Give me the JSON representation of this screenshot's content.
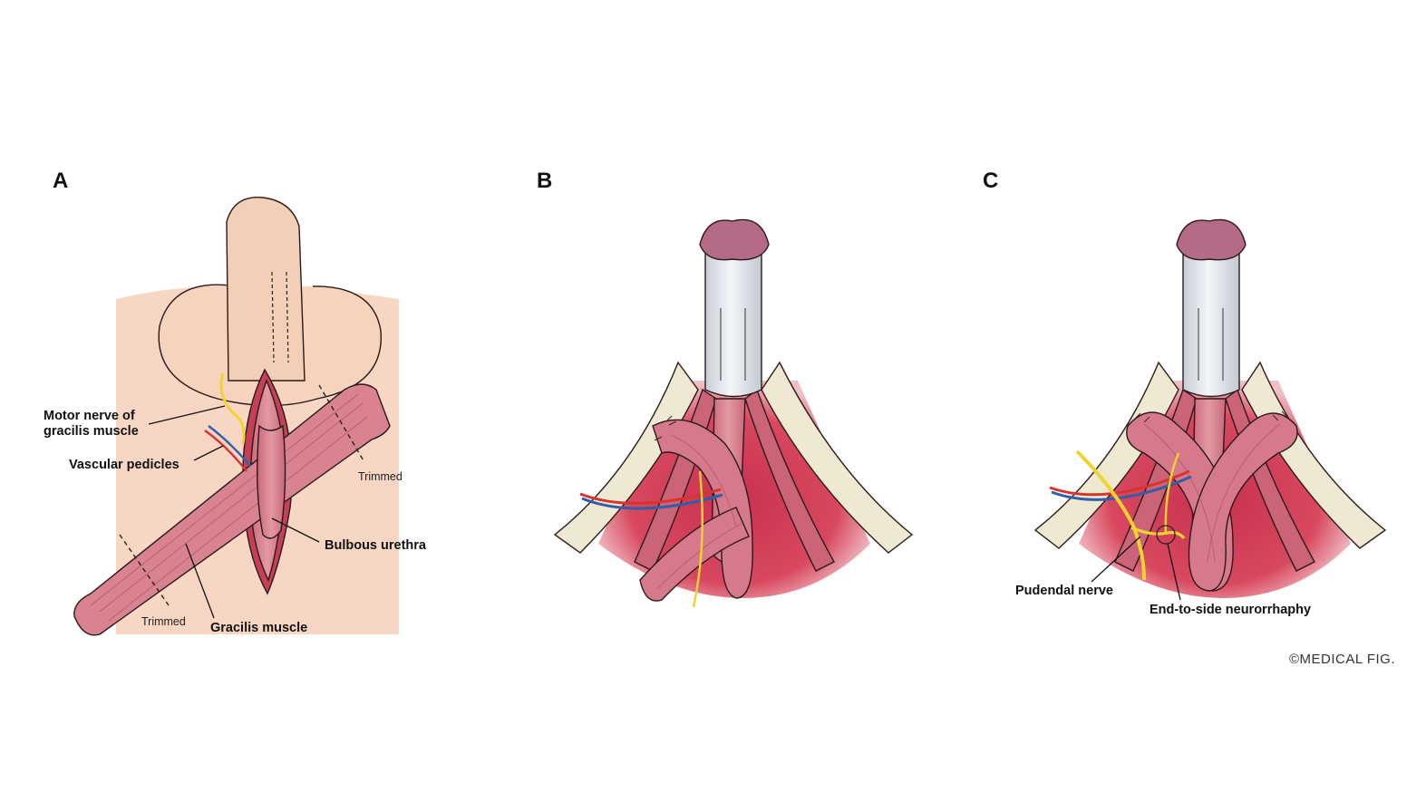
{
  "panels": {
    "a": {
      "letter": "A"
    },
    "b": {
      "letter": "B"
    },
    "c": {
      "letter": "C"
    }
  },
  "labels_a": {
    "motor_nerve_line1": "Motor nerve of",
    "motor_nerve_line2": "gracilis muscle",
    "vascular_pedicles": "Vascular pedicles",
    "trimmed_upper": "Trimmed",
    "bulbous_urethra": "Bulbous urethra",
    "trimmed_lower": "Trimmed",
    "gracilis_muscle": "Gracilis muscle"
  },
  "labels_c": {
    "pudendal_nerve": "Pudendal nerve",
    "end_to_side": "End-to-side neurorrhaphy"
  },
  "credit": "©MEDICAL FIG.",
  "colors": {
    "skin": "#f6d3bd",
    "muscle": "#d97f8a",
    "muscle_dark": "#b9566a",
    "wound": "#d1445e",
    "shaft": "#dfe4ea",
    "glans": "#b56b87",
    "nerve": "#f2d230",
    "artery": "#d8342f",
    "vein": "#2f5fa8",
    "fat": "#efe8d2"
  }
}
